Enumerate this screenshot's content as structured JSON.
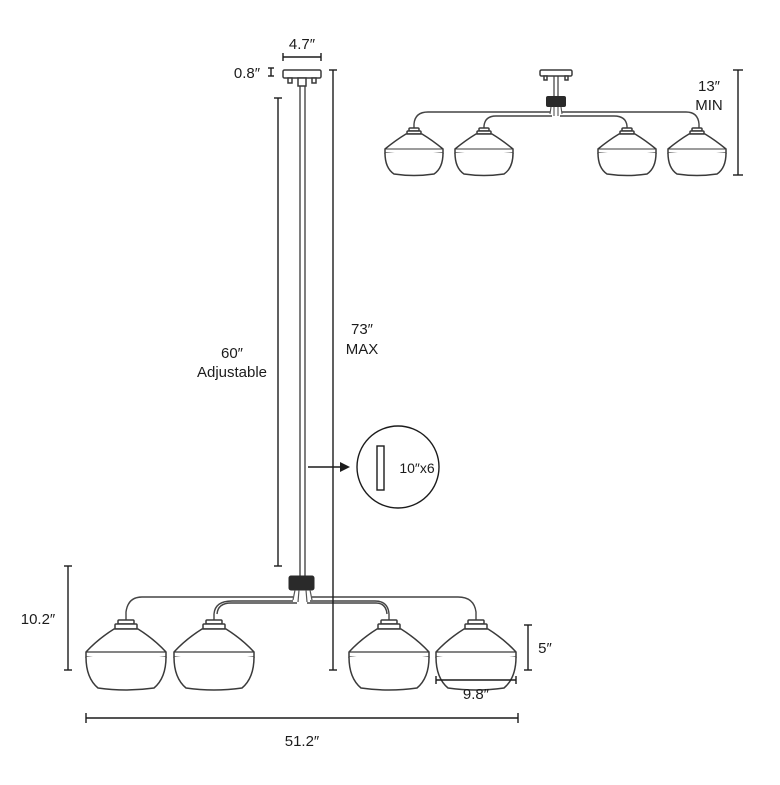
{
  "dimensions": {
    "canopy_width": "4.7″",
    "canopy_height": "0.8″",
    "stem_adjustable_value": "60″",
    "stem_adjustable_label": "Adjustable",
    "max_height_value": "73″",
    "max_height_label": "MAX",
    "min_height_value": "13″",
    "min_height_label": "MIN",
    "stem_spec": "10″x6",
    "fixture_height": "10.2″",
    "shade_height": "5″",
    "shade_width": "9.8″",
    "overall_width": "51.2″"
  },
  "colors": {
    "line": "#1c1c1c",
    "fixture_stroke": "#3a3a3a",
    "background": "#ffffff"
  },
  "icons": {
    "stem_callout": "stem-rod-icon",
    "callout_arrow": "arrow-right-icon"
  }
}
